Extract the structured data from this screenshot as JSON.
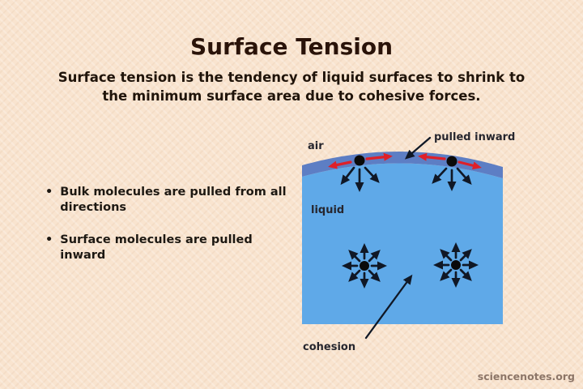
{
  "title": "Surface Tension",
  "subtitle": {
    "line1": "Surface tension is the tendency of liquid surfaces to shrink to",
    "line2": "the minimum surface area due to cohesive forces."
  },
  "bullets": [
    {
      "marker": "•",
      "text": "Bulk molecules are pulled from all directions"
    },
    {
      "marker": "•",
      "text": "Surface molecules are pulled inward"
    }
  ],
  "diagram": {
    "air_label": "air",
    "liquid_label": "liquid",
    "pulled_inward_label": "pulled inward",
    "cohesion_label": "cohesion"
  },
  "attribution": "sciencenotes.org",
  "colors": {
    "background": "#f9e4cf",
    "title_text": "#2a1309",
    "body_text": "#20140a",
    "bullet_text": "#1d1812",
    "label_text": "#26262e",
    "liquid_fill": "#5fa9e8",
    "surface_band_fill": "#5d7ec4",
    "tension_arrow": "#de2029",
    "force_arrow": "#101826",
    "molecule_dot": "#0a0a0a",
    "attribution_text": "#8d7668"
  }
}
